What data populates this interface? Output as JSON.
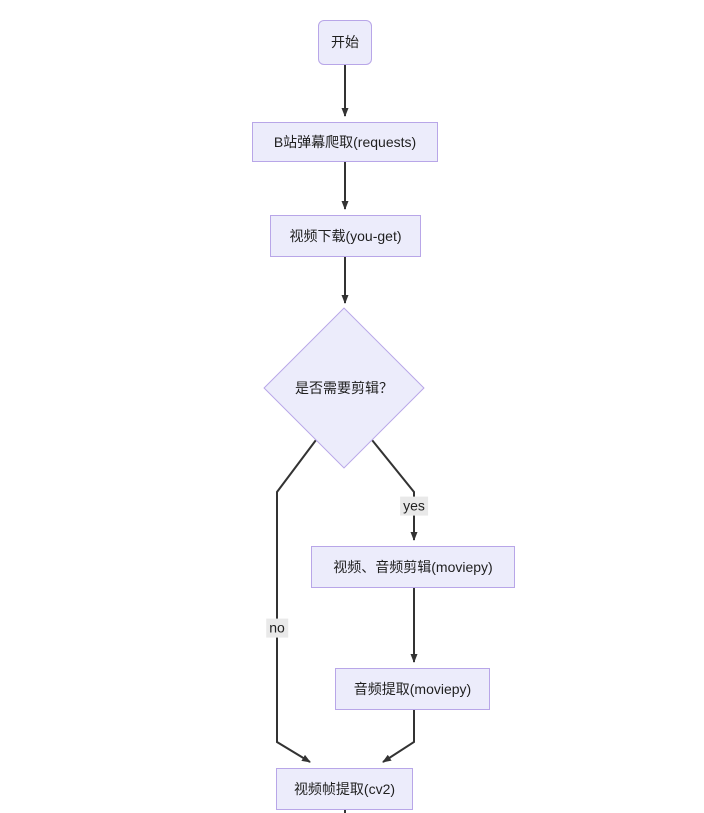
{
  "diagram": {
    "type": "flowchart",
    "title": "",
    "direction": "top-down",
    "background_color": "#ffffff",
    "node_fill_color": "#ececfb",
    "node_border_color": "#b8a6e8",
    "edge_color": "#333333",
    "edge_label_background": "#e9e9e9",
    "text_color": "#1f1f1f"
  },
  "nodes": [
    {
      "id": "start",
      "label": "开始",
      "shape": "rounded-rect"
    },
    {
      "id": "danmaku",
      "label": "B站弹幕爬取(requests)",
      "shape": "rect"
    },
    {
      "id": "download",
      "label": "视频下载(you-get)",
      "shape": "rect"
    },
    {
      "id": "decision",
      "label": "是否需要剪辑？",
      "shape": "diamond"
    },
    {
      "id": "edit",
      "label": "视频、音频剪辑(moviepy)",
      "shape": "rect"
    },
    {
      "id": "audio",
      "label": "音频提取(moviepy)",
      "shape": "rect"
    },
    {
      "id": "frames",
      "label": "视频帧提取(cv2)",
      "shape": "rect"
    }
  ],
  "edges": [
    {
      "from": "start",
      "to": "danmaku",
      "label": ""
    },
    {
      "from": "danmaku",
      "to": "download",
      "label": ""
    },
    {
      "from": "download",
      "to": "decision",
      "label": ""
    },
    {
      "from": "decision",
      "to": "edit",
      "label": "yes"
    },
    {
      "from": "decision",
      "to": "frames",
      "label": "no"
    },
    {
      "from": "edit",
      "to": "audio",
      "label": ""
    },
    {
      "from": "audio",
      "to": "frames",
      "label": ""
    }
  ],
  "edge_labels": {
    "yes": "yes",
    "no": "no"
  }
}
